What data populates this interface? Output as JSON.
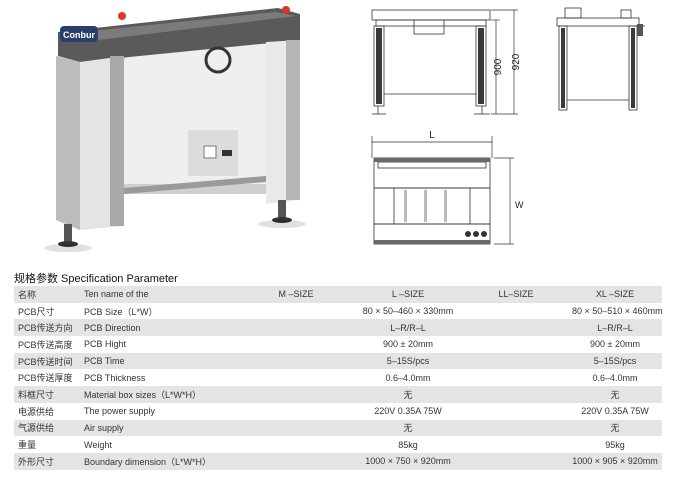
{
  "photo": {
    "brand_logo": "Conbur"
  },
  "drawings": {
    "front_view": {
      "dim_inner": "900",
      "dim_outer": "920"
    },
    "top_view": {
      "dim_length": "L",
      "dim_width": "W"
    }
  },
  "spec": {
    "title": "规格参数 Specification Parameter",
    "header": [
      "名称",
      "Ten name of the",
      "M –SIZE",
      "L –SIZE",
      "LL–SIZE",
      "XL –SIZE"
    ],
    "rows": [
      {
        "cn": "PCB尺寸",
        "en": "PCB Size（L*W）",
        "m": "",
        "l": "80 × 50–460 × 330mm",
        "ll": "",
        "xl": "80 × 50–510 × 460mm"
      },
      {
        "cn": "PCB传送方向",
        "en": "PCB Direction",
        "m": "",
        "l": "L–R/R–L",
        "ll": "",
        "xl": "L–R/R–L"
      },
      {
        "cn": "PCB传送高度",
        "en": "PCB Hight",
        "m": "",
        "l": "900 ± 20mm",
        "ll": "",
        "xl": "900 ± 20mm"
      },
      {
        "cn": "PCB传送时间",
        "en": "PCB Time",
        "m": "",
        "l": "5–15S/pcs",
        "ll": "",
        "xl": "5–15S/pcs"
      },
      {
        "cn": "PCB传送厚度",
        "en": "PCB Thickness",
        "m": "",
        "l": "0.6–4.0mm",
        "ll": "",
        "xl": "0.6–4.0mm"
      },
      {
        "cn": "料框尺寸",
        "en": "Material box sizes（L*W*H）",
        "m": "",
        "l": "无",
        "ll": "",
        "xl": "无"
      },
      {
        "cn": "电源供给",
        "en": "The power supply",
        "m": "",
        "l": "220V 0.35A 75W",
        "ll": "",
        "xl": "220V 0.35A 75W"
      },
      {
        "cn": "气源供给",
        "en": "Air supply",
        "m": "",
        "l": "无",
        "ll": "",
        "xl": "无"
      },
      {
        "cn": "重量",
        "en": "Weight",
        "m": "",
        "l": "85kg",
        "ll": "",
        "xl": "95kg"
      },
      {
        "cn": "外形尺寸",
        "en": "Boundary dimension（L*W*H）",
        "m": "",
        "l": "1000 × 750 × 920mm",
        "ll": "",
        "xl": "1000 × 905 × 920mm"
      }
    ]
  }
}
